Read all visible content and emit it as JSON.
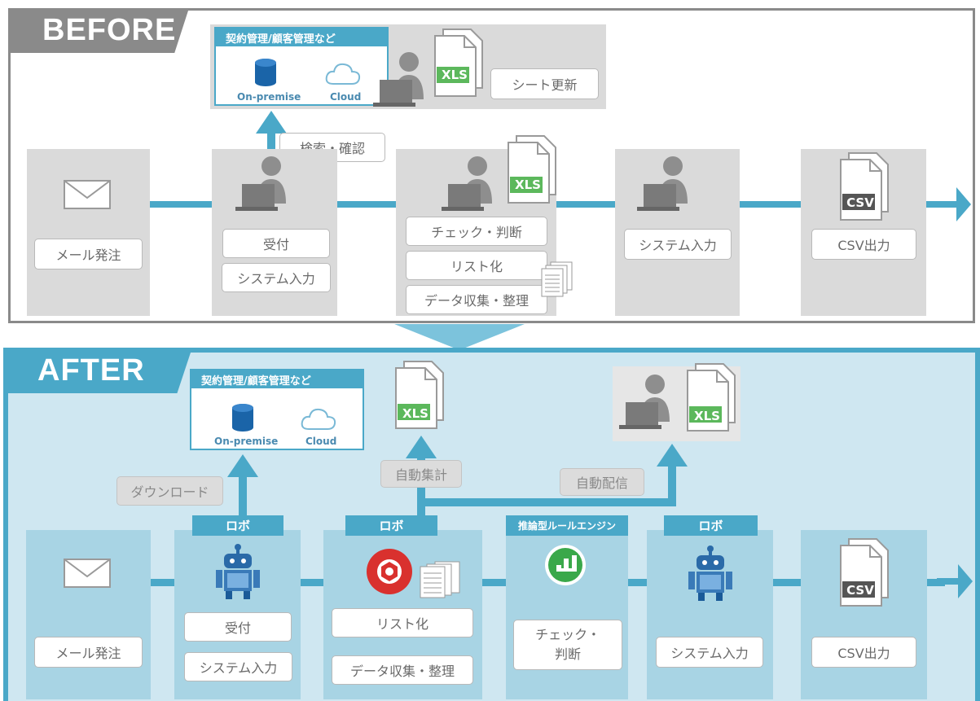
{
  "before": {
    "tab": "BEFORE",
    "system_box": {
      "title": "契約管理/顧客管理など",
      "onpremise": "On-premise",
      "cloud": "Cloud"
    },
    "sheet_update": "シート更新",
    "search_confirm": "検索・確認",
    "steps": [
      {
        "labels": [
          "メール発注"
        ]
      },
      {
        "labels": [
          "受付",
          "システム入力"
        ]
      },
      {
        "labels": [
          "チェック・判断",
          "リスト化",
          "データ収集・整理"
        ]
      },
      {
        "labels": [
          "システム入力"
        ]
      },
      {
        "labels": [
          "CSV出力"
        ]
      }
    ]
  },
  "after": {
    "tab": "AFTER",
    "system_box": {
      "title": "契約管理/顧客管理など",
      "onpremise": "On-premise",
      "cloud": "Cloud"
    },
    "download": "ダウンロード",
    "auto_aggregate": "自動集計",
    "auto_deliver": "自動配信",
    "headers": [
      "ロボ",
      "ロボ",
      "推論型ルールエンジン",
      "ロボ"
    ],
    "steps": [
      {
        "labels": [
          "メール発注"
        ]
      },
      {
        "labels": [
          "受付",
          "システム入力"
        ]
      },
      {
        "labels": [
          "リスト化",
          "データ収集・整理"
        ]
      },
      {
        "labels": [
          "チェック・\n判断"
        ]
      },
      {
        "labels": [
          "システム入力"
        ]
      },
      {
        "labels": [
          "CSV出力"
        ]
      }
    ]
  },
  "file_labels": {
    "xls": "XLS",
    "csv": "CSV"
  },
  "colors": {
    "accent": "#4aa8c8",
    "before_border": "#8a8a8a",
    "after_bg": "#cfe7f1"
  }
}
